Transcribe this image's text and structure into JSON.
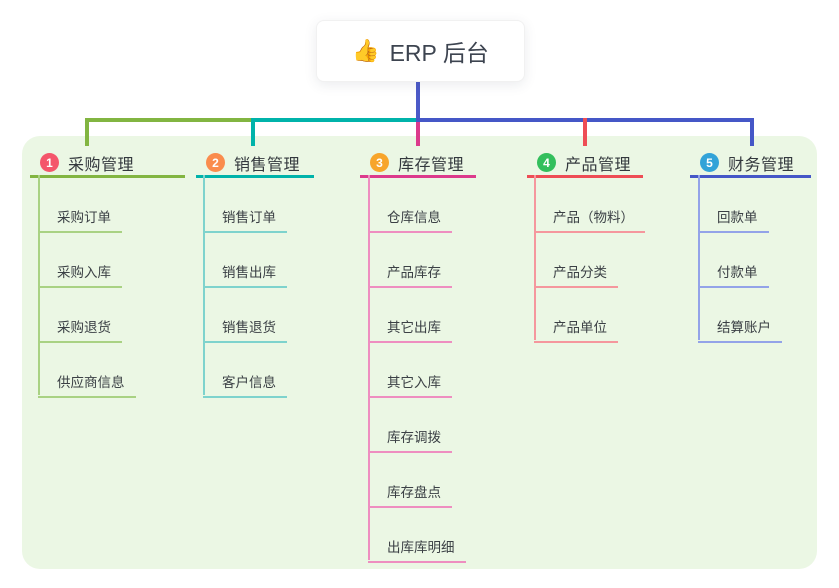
{
  "root": {
    "icon": "👍",
    "label": "ERP 后台"
  },
  "branches": [
    {
      "index": "1",
      "label": "采购管理",
      "badge_color": "#f4566b",
      "line_color": "#82b541",
      "sub_line_color": "#a9d283",
      "items": [
        "采购订单",
        "采购入库",
        "采购退货",
        "供应商信息"
      ]
    },
    {
      "index": "2",
      "label": "销售管理",
      "badge_color": "#fa8c4d",
      "line_color": "#00b3aa",
      "sub_line_color": "#7ed3cd",
      "items": [
        "销售订单",
        "销售出库",
        "销售退货",
        "客户信息"
      ]
    },
    {
      "index": "3",
      "label": "库存管理",
      "badge_color": "#f7a52b",
      "line_color": "#dc3a8c",
      "sub_line_color": "#ee8ec0",
      "items": [
        "仓库信息",
        "产品库存",
        "其它出库",
        "其它入库",
        "库存调拨",
        "库存盘点",
        "出库库明细"
      ]
    },
    {
      "index": "4",
      "label": "产品管理",
      "badge_color": "#33bf5c",
      "line_color": "#ee4d55",
      "sub_line_color": "#f5979d",
      "items": [
        "产品（物料）",
        "产品分类",
        "产品单位"
      ]
    },
    {
      "index": "5",
      "label": "财务管理",
      "badge_color": "#32a3d8",
      "line_color": "#4557c7",
      "sub_line_color": "#93a3e8",
      "items": [
        "回款单",
        "付款单",
        "结算账户"
      ]
    }
  ],
  "colors": {
    "canvas_bg": "#ffffff",
    "panel_bg": "#ebf7e4",
    "root_connector": "#4c5ac8",
    "text": "#3b4045",
    "header_text": "#33383d"
  }
}
